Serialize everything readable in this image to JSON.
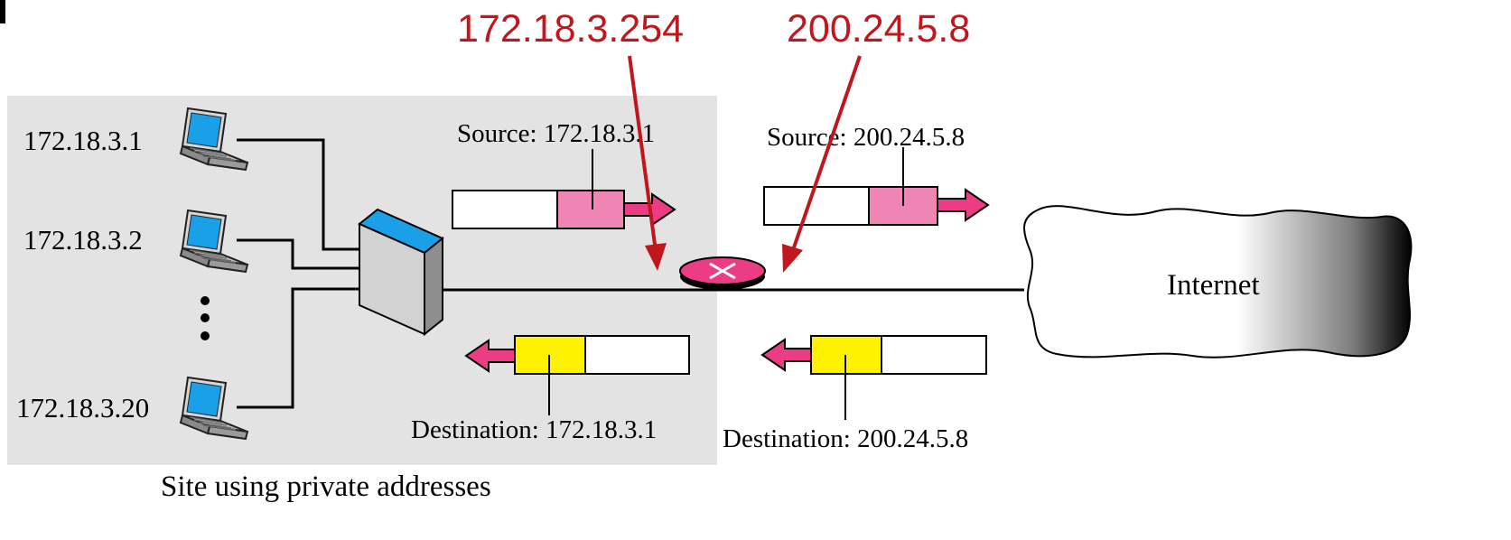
{
  "colors": {
    "site_background": "#e3e3e3",
    "annotation_red": "#c0161c",
    "header_pink": "#ef85b5",
    "header_yellow": "#fff200",
    "router_magenta": "#ec3c86",
    "server_top": "#1aa0e6",
    "laptop_screen": "#1aa0e6"
  },
  "annotations": {
    "private_ip": "172.18.3.254",
    "public_ip": "200.24.5.8"
  },
  "hosts": [
    {
      "label": "172.18.3.1"
    },
    {
      "label": "172.18.3.2"
    },
    {
      "label": "172.18.3.20"
    }
  ],
  "packets": {
    "outgoing_inside": {
      "label": "Source: 172.18.3.1"
    },
    "outgoing_outside": {
      "label": "Source: 200.24.5.8"
    },
    "incoming_inside": {
      "label": "Destination: 172.18.3.1"
    },
    "incoming_outside": {
      "label": "Destination: 200.24.5.8"
    }
  },
  "internet": {
    "label": "Internet"
  },
  "site": {
    "caption": "Site using private addresses"
  }
}
